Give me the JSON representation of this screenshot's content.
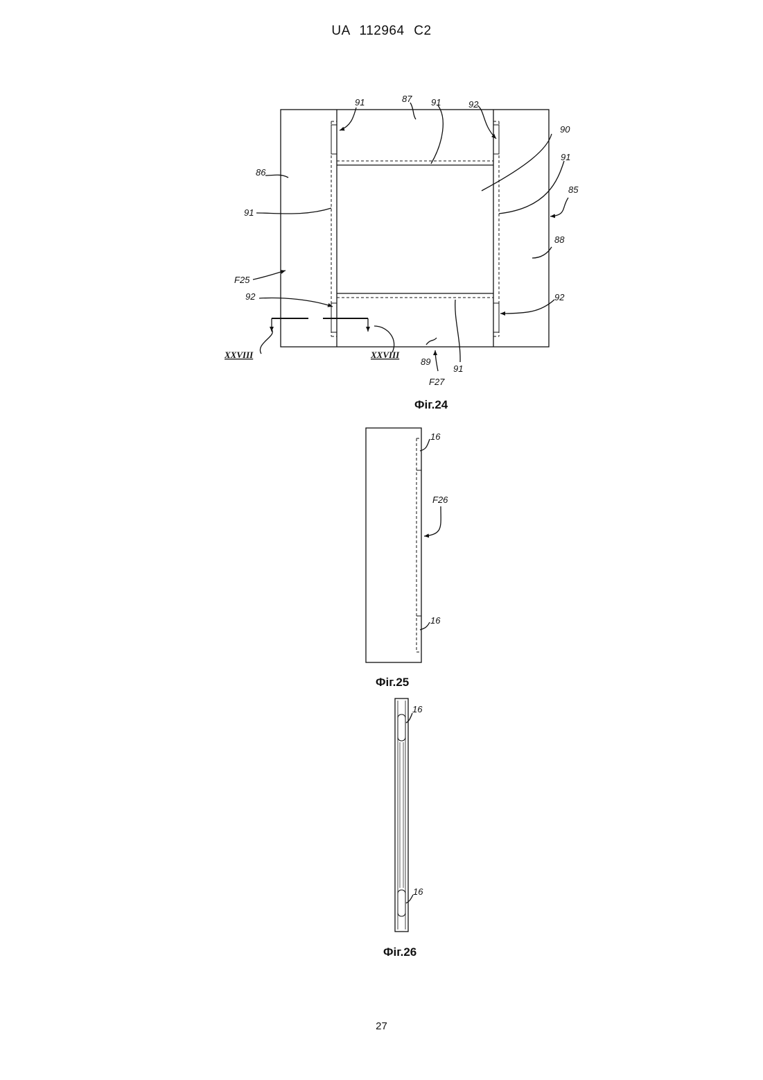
{
  "header": {
    "doc_id": "UA   112964   C2"
  },
  "page_number": "27",
  "figures": {
    "fig24": {
      "caption": "Фіг.24",
      "labels": {
        "l91a": "91",
        "l87": "87",
        "l91b": "91",
        "l92a": "92",
        "l90": "90",
        "l91c": "91",
        "l86": "86",
        "l85": "85",
        "l91d": "91",
        "l88": "88",
        "lF25": "F25",
        "l92b": "92",
        "l92c": "92",
        "lXXVIIIa": "XXVIII",
        "lXXVIIIb": "XXVIII",
        "l89": "89",
        "l91e": "91",
        "lF27": "F27"
      }
    },
    "fig25": {
      "caption": "Фіг.25",
      "labels": {
        "l16a": "16",
        "lF26": "F26",
        "l16b": "16"
      }
    },
    "fig26": {
      "caption": "Фіг.26",
      "labels": {
        "l16a": "16",
        "l16b": "16"
      }
    }
  }
}
